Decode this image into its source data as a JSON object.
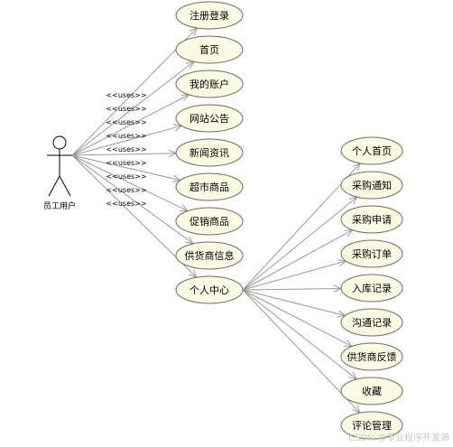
{
  "actor": {
    "label": "员工用户"
  },
  "stereotype": "<<uses>>",
  "primary_use_cases": [
    "注册登录",
    "首页",
    "我的账户",
    "网站公告",
    "新闻资讯",
    "超市商品",
    "促销商品",
    "供货商信息",
    "个人中心"
  ],
  "hub_use_case": "个人中心",
  "sub_use_cases": [
    "个人首页",
    "采购通知",
    "采购申请",
    "采购订单",
    "入库记录",
    "沟通记录",
    "供货商反馈",
    "收藏",
    "评论管理"
  ],
  "watermark": "CSDN @专业程序开发源"
}
